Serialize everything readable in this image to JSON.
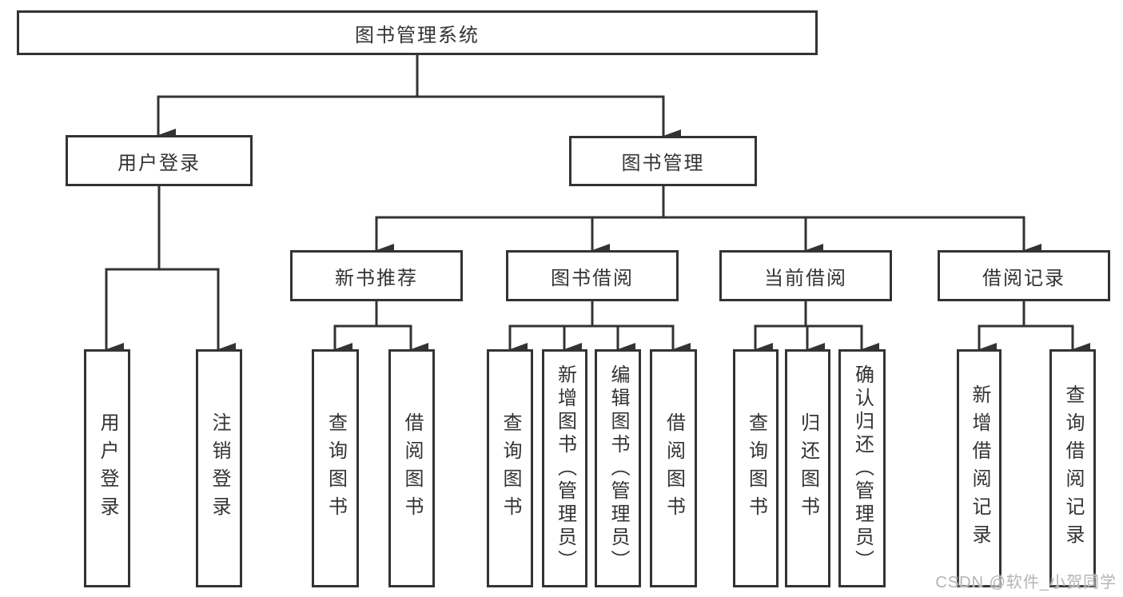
{
  "diagram": {
    "root": {
      "label": "图书管理系统"
    },
    "branches": [
      {
        "label": "用户登录",
        "children": [
          {
            "label": "用户登录"
          },
          {
            "label": "注销登录"
          }
        ]
      },
      {
        "label": "图书管理",
        "children": [
          {
            "label": "新书推荐",
            "children": [
              {
                "label": "查询图书"
              },
              {
                "label": "借阅图书"
              }
            ]
          },
          {
            "label": "图书借阅",
            "children": [
              {
                "label": "查询图书"
              },
              {
                "label": "新增图书（管理员）"
              },
              {
                "label": "编辑图书（管理员）"
              },
              {
                "label": "借阅图书"
              }
            ]
          },
          {
            "label": "当前借阅",
            "children": [
              {
                "label": "查询图书"
              },
              {
                "label": "归还图书"
              },
              {
                "label": "确认归还（管理员）"
              }
            ]
          },
          {
            "label": "借阅记录",
            "children": [
              {
                "label": "新增借阅记录"
              },
              {
                "label": "查询借阅记录"
              }
            ]
          }
        ]
      }
    ]
  },
  "watermark": "CSDN @软件_小贺同学",
  "colors": {
    "line": "#333333",
    "text": "#333333",
    "watermark": "#b4b4b4",
    "background": "#ffffff"
  }
}
